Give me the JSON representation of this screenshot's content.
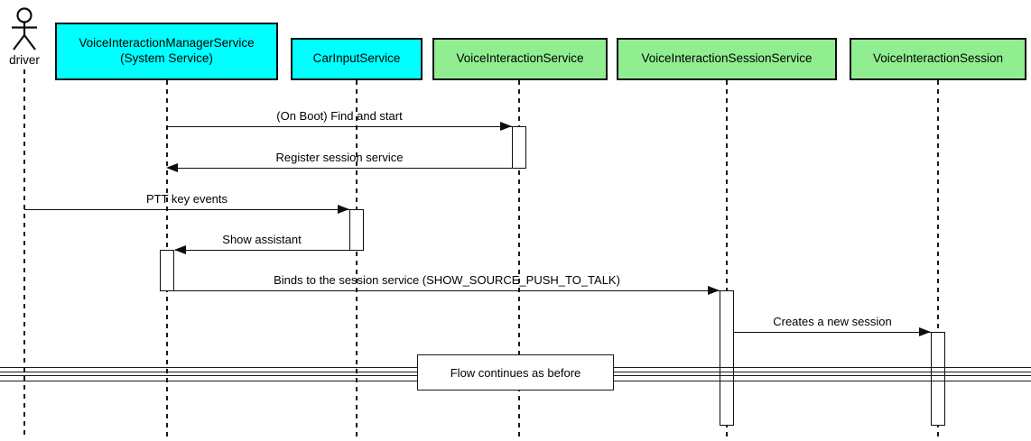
{
  "diagram_type": "uml-sequence",
  "actor": {
    "label": "driver"
  },
  "participants": [
    {
      "label": "VoiceInteractionManagerService\n(System Service)",
      "fill": "#00FFFF"
    },
    {
      "label": "CarInputService",
      "fill": "#00FFFF"
    },
    {
      "label": "VoiceInteractionService",
      "fill": "#90EE90"
    },
    {
      "label": "VoiceInteractionSessionService",
      "fill": "#90EE90"
    },
    {
      "label": "VoiceInteractionSession",
      "fill": "#90EE90"
    }
  ],
  "messages": [
    {
      "label": "(On Boot) Find and start",
      "from": "VoiceInteractionManagerService",
      "to": "VoiceInteractionService"
    },
    {
      "label": "Register session service",
      "from": "VoiceInteractionService",
      "to": "VoiceInteractionManagerService"
    },
    {
      "label": "PTT key events",
      "from": "driver",
      "to": "CarInputService"
    },
    {
      "label": "Show assistant",
      "from": "CarInputService",
      "to": "VoiceInteractionManagerService"
    },
    {
      "label": "Binds to the session service (SHOW_SOURCE_PUSH_TO_TALK)",
      "from": "VoiceInteractionManagerService",
      "to": "VoiceInteractionSessionService"
    },
    {
      "label": "Creates a new session",
      "from": "VoiceInteractionSessionService",
      "to": "VoiceInteractionSession"
    }
  ],
  "divider": {
    "label": "Flow continues as before"
  },
  "colors": {
    "participant_cyan": "#00FFFF",
    "participant_green": "#90EE90",
    "line": "#0d0d0d",
    "background": "#FFFFFF"
  }
}
